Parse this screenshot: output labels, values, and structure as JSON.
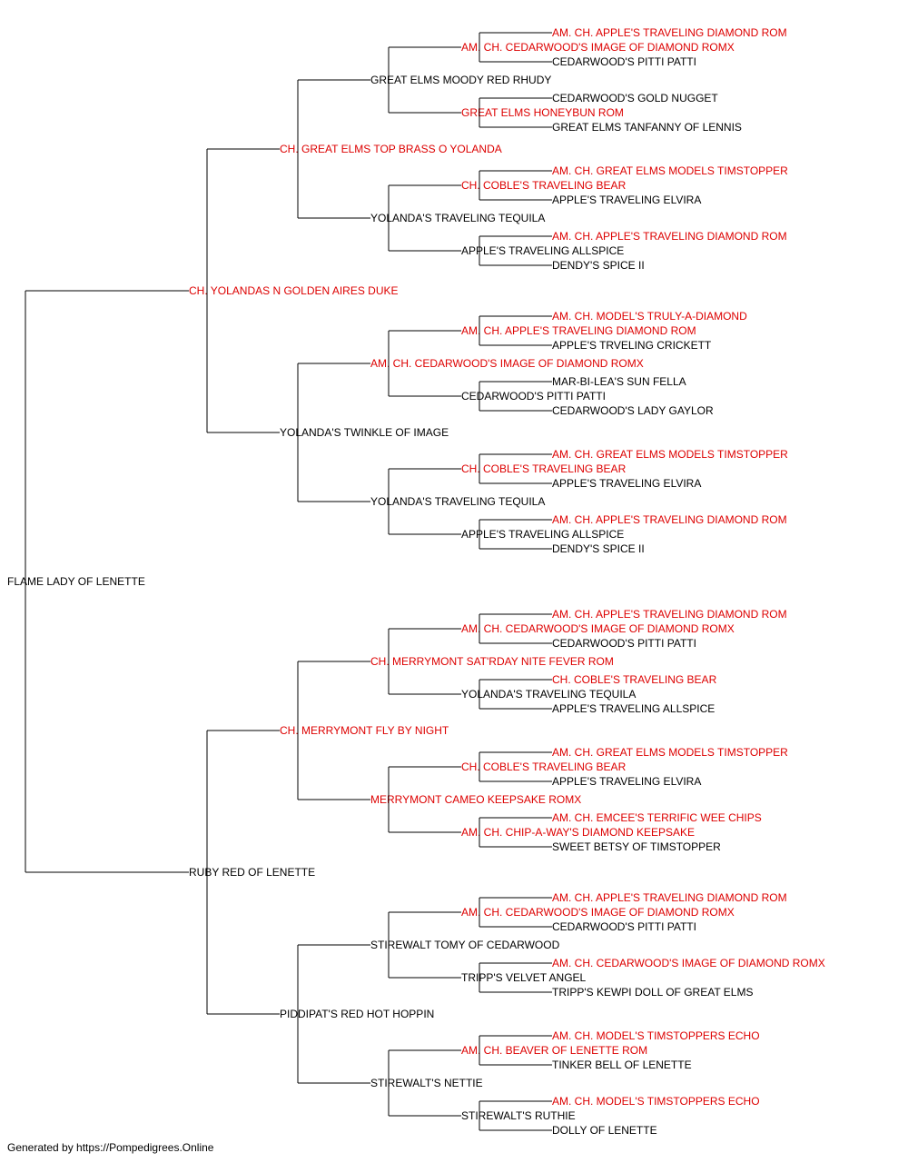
{
  "colors": {
    "champion": "#dd0000",
    "normal": "#000000",
    "line": "#000000"
  },
  "pedigree": {
    "name": "FLAME LADY OF LENETTE",
    "champion": false,
    "sire": {
      "name": "CH. YOLANDAS N GOLDEN AIRES DUKE",
      "champion": true,
      "sire": {
        "name": "CH. GREAT ELMS TOP BRASS O YOLANDA",
        "champion": true,
        "sire": {
          "name": "GREAT ELMS MOODY RED RHUDY",
          "champion": false,
          "sire": {
            "name": "AM. CH. CEDARWOOD'S IMAGE OF DIAMOND ROMX",
            "champion": true,
            "sire": {
              "name": "AM. CH. APPLE'S TRAVELING DIAMOND ROM",
              "champion": true
            },
            "dam": {
              "name": "CEDARWOOD'S PITTI PATTI",
              "champion": false
            }
          },
          "dam": {
            "name": "GREAT ELMS HONEYBUN ROM",
            "champion": true,
            "sire": {
              "name": "CEDARWOOD'S GOLD NUGGET",
              "champion": false
            },
            "dam": {
              "name": "GREAT ELMS TANFANNY OF LENNIS",
              "champion": false
            }
          }
        },
        "dam": {
          "name": "YOLANDA'S TRAVELING TEQUILA",
          "champion": false,
          "sire": {
            "name": "CH. COBLE'S TRAVELING BEAR",
            "champion": true,
            "sire": {
              "name": "AM. CH. GREAT ELMS MODELS TIMSTOPPER",
              "champion": true
            },
            "dam": {
              "name": "APPLE'S TRAVELING ELVIRA",
              "champion": false
            }
          },
          "dam": {
            "name": "APPLE'S TRAVELING ALLSPICE",
            "champion": false,
            "sire": {
              "name": "AM. CH. APPLE'S TRAVELING DIAMOND ROM",
              "champion": true
            },
            "dam": {
              "name": "DENDY'S SPICE II",
              "champion": false
            }
          }
        }
      },
      "dam": {
        "name": "YOLANDA'S TWINKLE OF IMAGE",
        "champion": false,
        "sire": {
          "name": "AM. CH. CEDARWOOD'S IMAGE OF DIAMOND ROMX",
          "champion": true,
          "sire": {
            "name": "AM. CH. APPLE'S TRAVELING DIAMOND ROM",
            "champion": true,
            "sire": {
              "name": "AM. CH. MODEL'S TRULY-A-DIAMOND",
              "champion": true
            },
            "dam": {
              "name": "APPLE'S TRVELING CRICKETT",
              "champion": false
            }
          },
          "dam": {
            "name": "CEDARWOOD'S PITTI PATTI",
            "champion": false,
            "sire": {
              "name": "MAR-BI-LEA'S SUN FELLA",
              "champion": false
            },
            "dam": {
              "name": "CEDARWOOD'S LADY GAYLOR",
              "champion": false
            }
          }
        },
        "dam": {
          "name": "YOLANDA'S TRAVELING TEQUILA",
          "champion": false,
          "sire": {
            "name": "CH. COBLE'S TRAVELING BEAR",
            "champion": true,
            "sire": {
              "name": "AM. CH. GREAT ELMS MODELS TIMSTOPPER",
              "champion": true
            },
            "dam": {
              "name": "APPLE'S TRAVELING ELVIRA",
              "champion": false
            }
          },
          "dam": {
            "name": "APPLE'S TRAVELING ALLSPICE",
            "champion": false,
            "sire": {
              "name": "AM. CH. APPLE'S TRAVELING DIAMOND ROM",
              "champion": true
            },
            "dam": {
              "name": "DENDY'S SPICE II",
              "champion": false
            }
          }
        }
      }
    },
    "dam": {
      "name": "RUBY RED OF LENETTE",
      "champion": false,
      "sire": {
        "name": "CH. MERRYMONT FLY BY NIGHT",
        "champion": true,
        "sire": {
          "name": "CH. MERRYMONT SAT'RDAY NITE FEVER ROM",
          "champion": true,
          "sire": {
            "name": "AM. CH. CEDARWOOD'S IMAGE OF DIAMOND ROMX",
            "champion": true,
            "sire": {
              "name": "AM. CH. APPLE'S TRAVELING DIAMOND ROM",
              "champion": true
            },
            "dam": {
              "name": "CEDARWOOD'S PITTI PATTI",
              "champion": false
            }
          },
          "dam": {
            "name": "YOLANDA'S TRAVELING TEQUILA",
            "champion": false,
            "sire": {
              "name": "CH. COBLE'S TRAVELING BEAR",
              "champion": true
            },
            "dam": {
              "name": "APPLE'S TRAVELING ALLSPICE",
              "champion": false
            }
          }
        },
        "dam": {
          "name": "MERRYMONT CAMEO KEEPSAKE ROMX",
          "champion": true,
          "sire": {
            "name": "CH. COBLE'S TRAVELING BEAR",
            "champion": true,
            "sire": {
              "name": "AM. CH. GREAT ELMS MODELS TIMSTOPPER",
              "champion": true
            },
            "dam": {
              "name": "APPLE'S TRAVELING ELVIRA",
              "champion": false
            }
          },
          "dam": {
            "name": "AM. CH. CHIP-A-WAY'S DIAMOND KEEPSAKE",
            "champion": true,
            "sire": {
              "name": "AM. CH. EMCEE'S TERRIFIC WEE CHIPS",
              "champion": true
            },
            "dam": {
              "name": "SWEET BETSY OF TIMSTOPPER",
              "champion": false
            }
          }
        }
      },
      "dam": {
        "name": "PIDDIPAT'S RED HOT HOPPIN",
        "champion": false,
        "sire": {
          "name": "STIREWALT TOMY OF CEDARWOOD",
          "champion": false,
          "sire": {
            "name": "AM. CH. CEDARWOOD'S IMAGE OF DIAMOND ROMX",
            "champion": true,
            "sire": {
              "name": "AM. CH. APPLE'S TRAVELING DIAMOND ROM",
              "champion": true
            },
            "dam": {
              "name": "CEDARWOOD'S PITTI PATTI",
              "champion": false
            }
          },
          "dam": {
            "name": "TRIPP'S VELVET ANGEL",
            "champion": false,
            "sire": {
              "name": "AM. CH. CEDARWOOD'S IMAGE OF DIAMOND ROMX",
              "champion": true
            },
            "dam": {
              "name": "TRIPP'S KEWPI DOLL OF GREAT ELMS",
              "champion": false
            }
          }
        },
        "dam": {
          "name": "STIREWALT'S NETTIE",
          "champion": false,
          "sire": {
            "name": "AM. CH. BEAVER OF LENETTE ROM",
            "champion": true,
            "sire": {
              "name": "AM. CH. MODEL'S TIMSTOPPERS ECHO",
              "champion": true
            },
            "dam": {
              "name": "TINKER BELL OF LENETTE",
              "champion": false
            }
          },
          "dam": {
            "name": "STIREWALT'S RUTHIE",
            "champion": false,
            "sire": {
              "name": "AM. CH. MODEL'S TIMSTOPPERS ECHO",
              "champion": true
            },
            "dam": {
              "name": "DOLLY OF LENETTE",
              "champion": false
            }
          }
        }
      }
    }
  },
  "footer": {
    "text": "Generated by https://Pompedigrees.Online"
  }
}
